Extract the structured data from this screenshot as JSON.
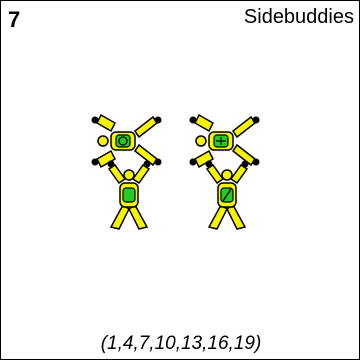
{
  "card": {
    "number": "7",
    "title": "Sidebuddies",
    "sequence": "(1,4,7,10,13,16,19)"
  },
  "colors": {
    "body": "#f7f400",
    "harness": "#22cc22",
    "outline": "#000000",
    "background": "#ffffff"
  },
  "diagram": {
    "formation_pieces": [
      {
        "name": "left-pair",
        "top_grip_symbol": "circle",
        "bottom_grip_symbol": "none"
      },
      {
        "name": "right-pair",
        "top_grip_symbol": "cross",
        "bottom_grip_symbol": "slash"
      }
    ]
  }
}
